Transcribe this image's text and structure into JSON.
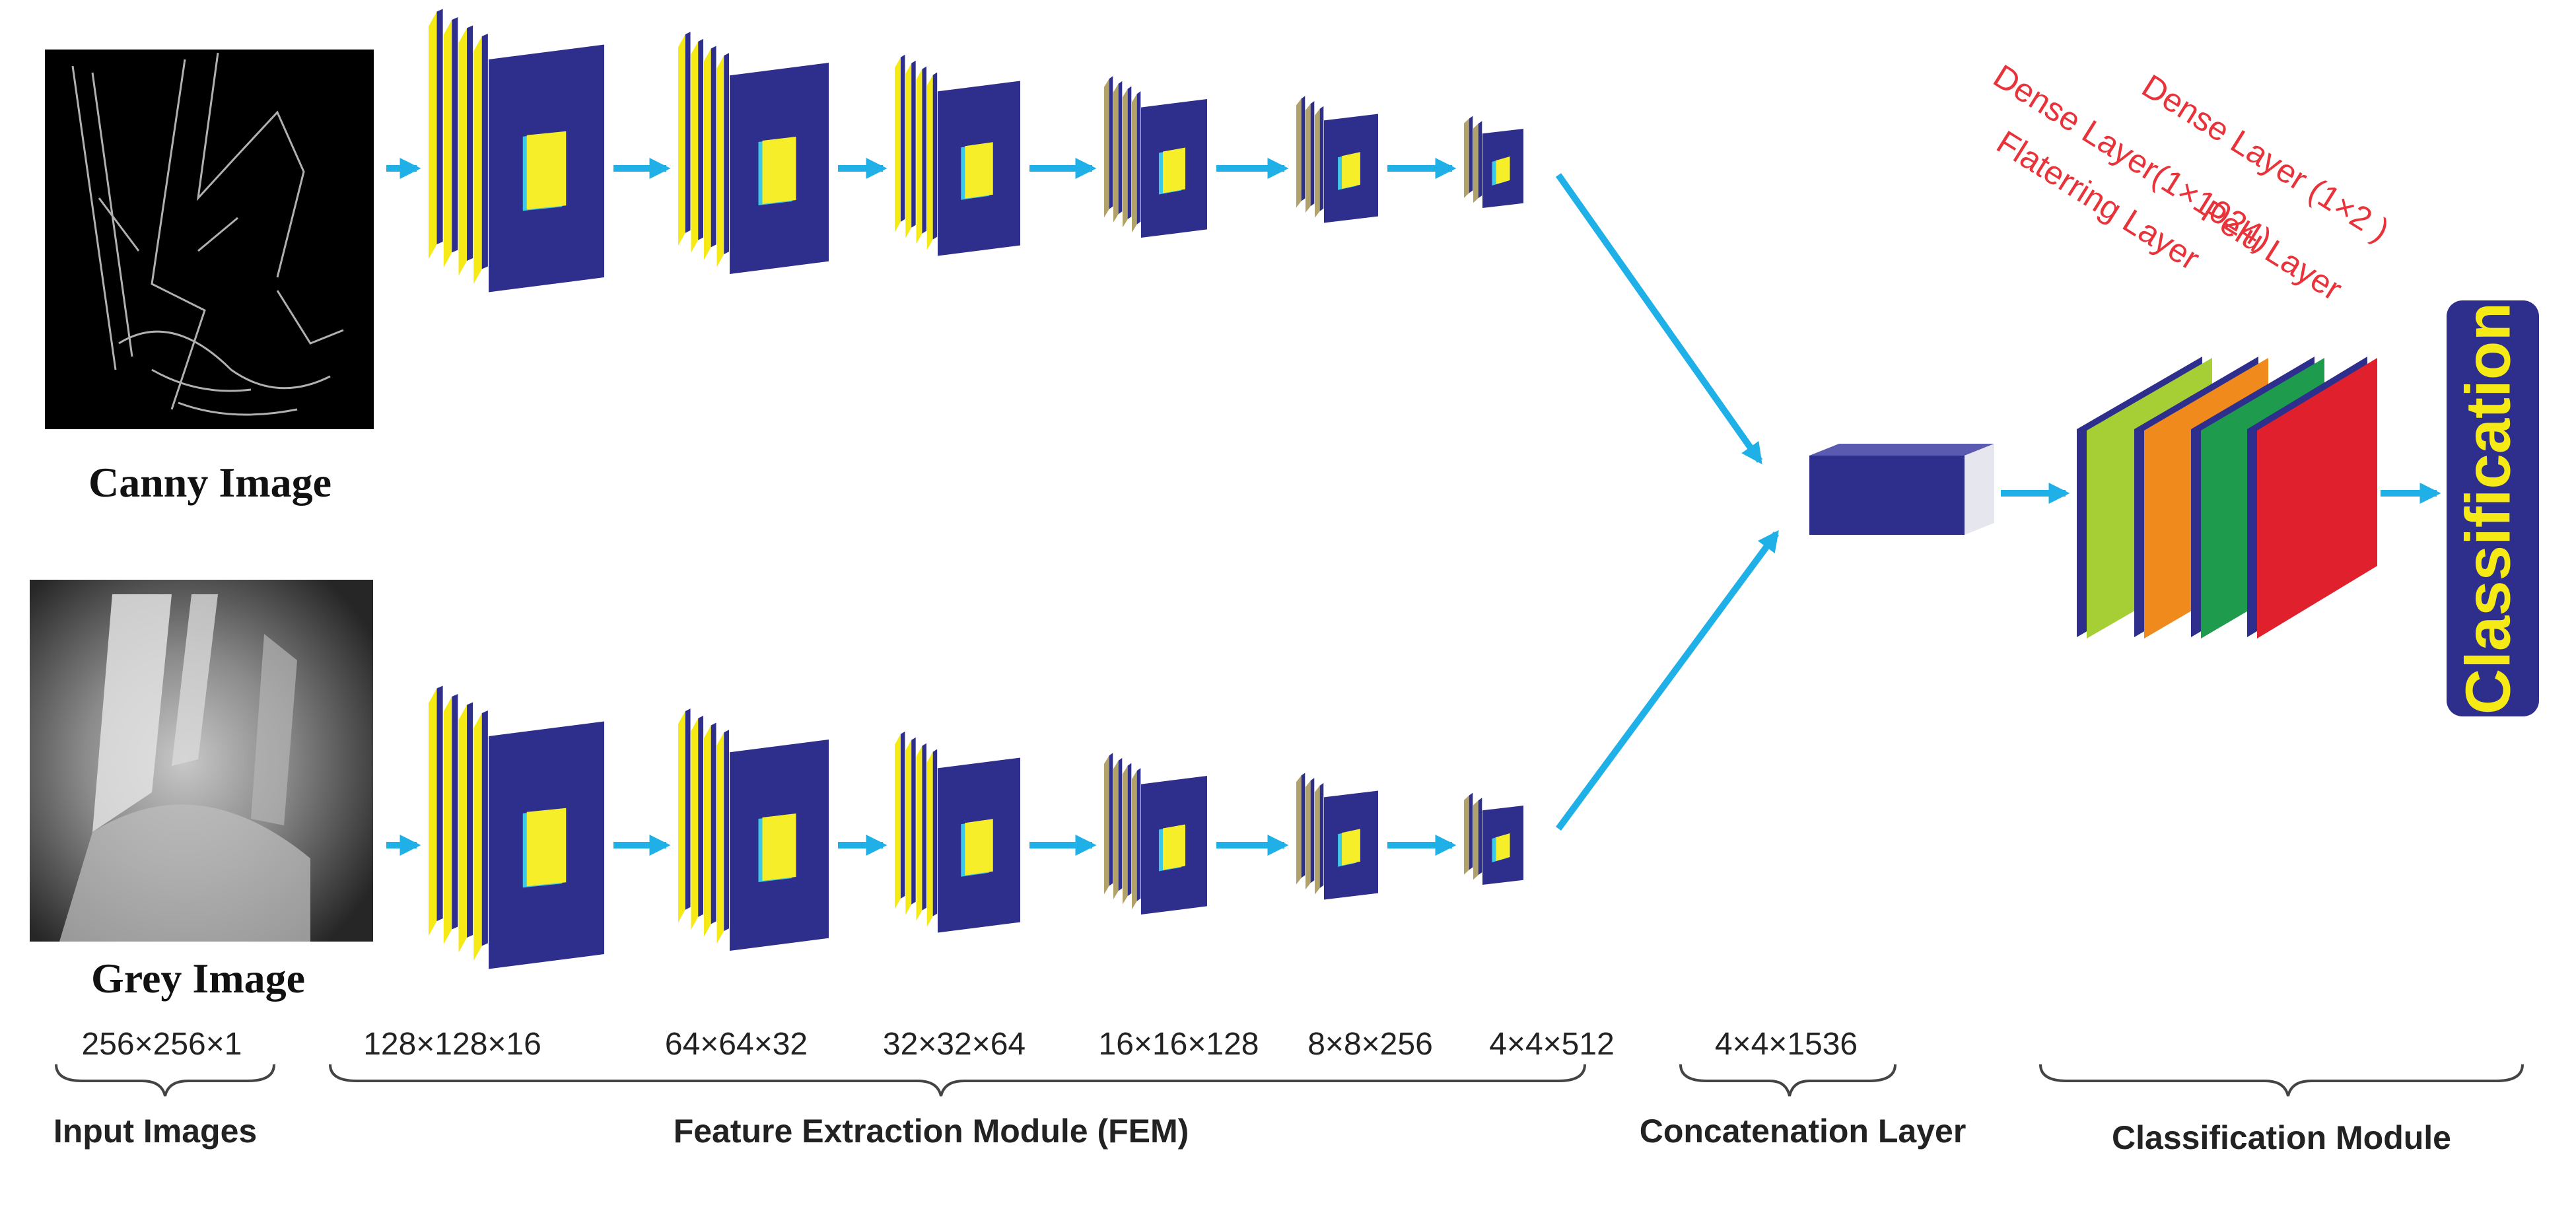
{
  "input_images": {
    "canny_label": "Canny Image",
    "grey_label": "Grey Image"
  },
  "dimensions": {
    "input": "256×256×1",
    "fem": [
      "128×128×16",
      "64×64×32",
      "32×32×64",
      "16×16×128",
      "8×8×256",
      "4×4×512"
    ],
    "concat": "4×4×1536"
  },
  "group_labels": {
    "input": "Input Images",
    "fem": "Feature Extraction Module (FEM)",
    "concat": "Concatenation Layer",
    "classification": "Classification Module"
  },
  "classification_layers": {
    "flattening": "Flaterring Layer",
    "dense1": "Dense Layer(1×1024)",
    "relu": "Pelu Layer",
    "dense2": "Dense Layer (1×2 )"
  },
  "output_label": "Classification",
  "colors": {
    "arrow": "#1fb0e8",
    "cube_front": "#2e2f8c",
    "cube_yellow": "#f5ea16",
    "cube_olive": "#b0a268",
    "cube_core": "#f7ee2a",
    "cube_core_edge": "#3dc8e8",
    "layer_flatten": "#a6cf35",
    "layer_dense1": "#f08a1d",
    "layer_relu": "#1f9b4e",
    "layer_dense2": "#e0202c",
    "layer_text": "#e8333a",
    "output_box": "#2e2f8c",
    "output_text": "#f5ea16"
  }
}
